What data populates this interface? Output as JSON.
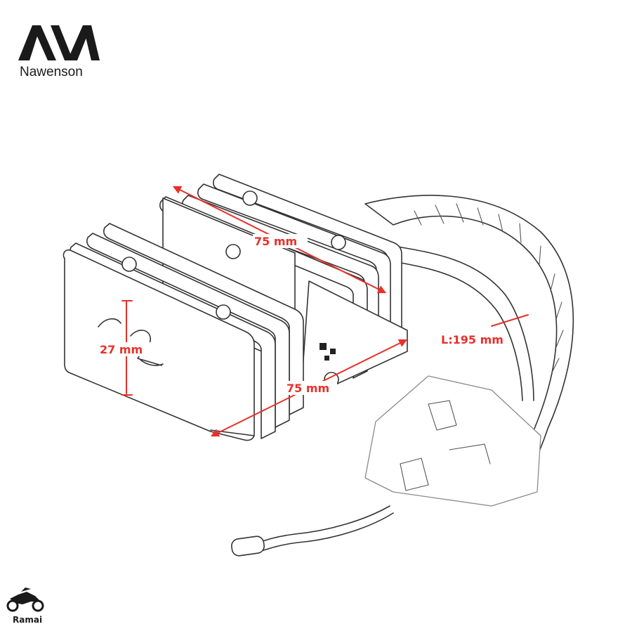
{
  "brand": {
    "name": "Nawenson",
    "logo_icon": "nawenson-logo-icon"
  },
  "dimensions": {
    "top_length": "75 mm",
    "front_length": "75 mm",
    "height": "27 mm",
    "cable_length": "L:195 mm"
  },
  "footer": {
    "label": "Ramai",
    "icon": "motorcycle-icon"
  },
  "colors": {
    "dimension": "#e8302a",
    "line": "#333333",
    "logo": "#1a1a1a"
  }
}
